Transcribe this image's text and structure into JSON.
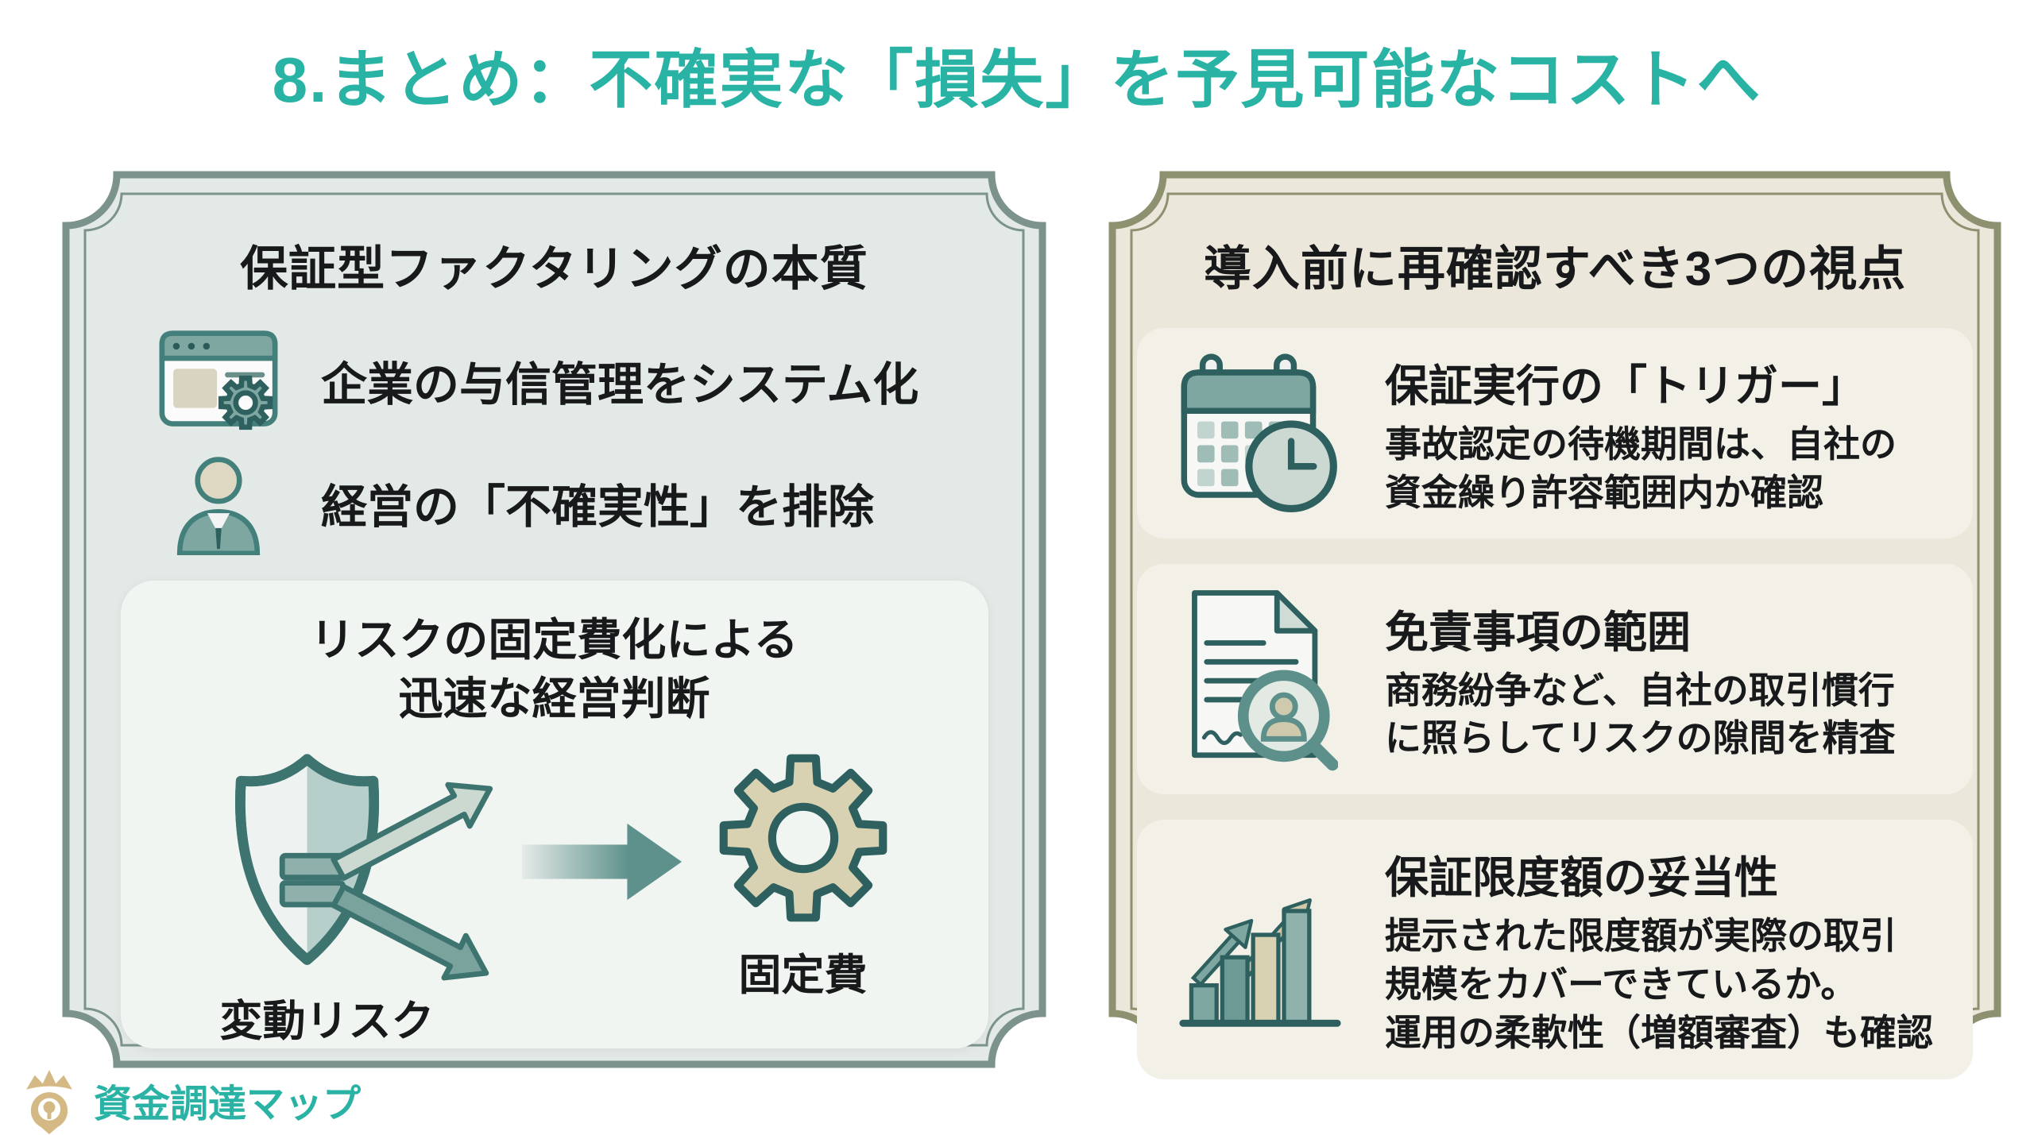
{
  "page": {
    "title": "8.まとめ：不確実な「損失」を予見可能なコストへ"
  },
  "colors": {
    "title_teal": "#29b3a4",
    "left_frame_border": "#7c938d",
    "left_panel_bg": "#e3e9e6",
    "left_highlight_bg": "#f0f5f2",
    "right_frame_border": "#8e9170",
    "right_panel_bg": "#ebe7da",
    "card_bg": "#f3f1e7",
    "icon_dark_teal": "#2d605e",
    "icon_mid_teal": "#7ea7a2",
    "icon_beige": "#d8d1b2",
    "logo_gold": "#d4b985",
    "text": "#17191b"
  },
  "left_panel": {
    "heading": "保証型ファクタリングの本質",
    "bullets": [
      {
        "icon": "browser-gear-icon",
        "label": "企業の与信管理をシステム化"
      },
      {
        "icon": "businessperson-icon",
        "label": "経営の「不確実性」を排除"
      }
    ],
    "highlight_box": {
      "title_lines": [
        "リスクの固定費化による",
        "迅速な経営判断"
      ],
      "before_label": "変動リスク",
      "after_label": "固定費"
    }
  },
  "right_panel": {
    "heading": "導入前に再確認すべき3つの視点",
    "cards": [
      {
        "icon": "calendar-clock-icon",
        "title": "保証実行の「トリガー」",
        "body_lines": [
          "事故認定の待機期間は、自社の",
          "資金繰り許容範囲内か確認"
        ]
      },
      {
        "icon": "document-magnifier-icon",
        "title": "免責事項の範囲",
        "body_lines": [
          "商務紛争など、自社の取引慣行",
          "に照らしてリスクの隙間を精査"
        ]
      },
      {
        "icon": "bar-chart-growth-icon",
        "title": "保証限度額の妥当性",
        "body_lines": [
          "提示された限度額が実際の取引",
          "規模をカバーできているか。",
          "運用の柔軟性（増額審査）も確認"
        ]
      }
    ]
  },
  "footer": {
    "brand": "資金調達マップ"
  }
}
